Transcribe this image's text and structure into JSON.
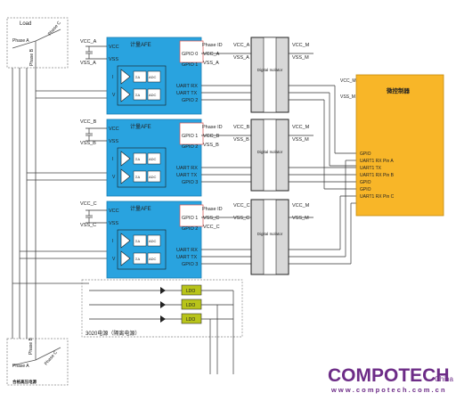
{
  "load": {
    "label": "Load",
    "phase_a": "Phase A",
    "phase_b": "Phase B",
    "phase_c": "Phase C"
  },
  "source": {
    "label": "合格高压电源",
    "phase_a": "Phase A",
    "phase_b": "Phase B",
    "phase_c": "Phase C"
  },
  "afe_blocks": [
    {
      "title": "计量AFE",
      "phase_id": "Phase ID",
      "vcc": "VCC",
      "vss": "VSS",
      "i": "I",
      "v": "V",
      "adc": "ADC",
      "sd": "ΣΔ",
      "gpio0": "GPIO 0",
      "gpio1": "GPIO 1",
      "uart_rx": "UART RX",
      "uart_tx": "UART TX",
      "gpio2": "GPIO 2",
      "vcc_label": "VCC_A",
      "vss_label": "VSS_A",
      "left_vcc": "VCC_A",
      "left_vss": "VSS_A"
    },
    {
      "title": "计量AFE",
      "phase_id": "Phase ID",
      "vcc": "VCC",
      "vss": "VSS",
      "i": "I",
      "v": "V",
      "adc": "ADC",
      "sd": "ΣΔ",
      "gpio0": "GPIO 1",
      "gpio1": "GPIO 2",
      "uart_rx": "UART RX",
      "uart_tx": "UART TX",
      "gpio2": "GPIO 3",
      "vcc_label": "VCC_B",
      "vss_label": "VSS_B",
      "left_vcc": "VCC_B",
      "left_vss": "VSS_B"
    },
    {
      "title": "计量AFE",
      "phase_id": "Phase ID",
      "vcc": "VCC",
      "vss": "VSS",
      "i": "I",
      "v": "V",
      "adc": "ADC",
      "sd": "ΣΔ",
      "gpio0": "GPIO 1",
      "gpio1": "GPIO 2",
      "uart_rx": "UART RX",
      "uart_tx": "UART TX",
      "gpio2": "GPIO 3",
      "vcc_label": "VSS_C",
      "vss_label": "VCC_C",
      "left_vcc": "VCC_C",
      "left_vss": "VSS_C"
    }
  ],
  "isolators": [
    {
      "label": "Digital Isolator",
      "vcc_left": "VCC_A",
      "vss_left": "VSS_A",
      "vcc_right": "VCC_M",
      "vss_right": "VSS_M"
    },
    {
      "label": "Digital Isolator",
      "vcc_left": "VCC_B",
      "vss_left": "VSS_B",
      "vcc_right": "VCC_M",
      "vss_right": "VSS_M"
    },
    {
      "label": "Digital Isolator",
      "vcc_left": "VCC_C",
      "vss_left": "VSS_C",
      "vcc_right": "VCC_M",
      "vss_right": "VSS_M"
    }
  ],
  "mcu": {
    "title": "微控制器",
    "vcc": "VCC_M",
    "vss": "VSS_M",
    "pins": [
      "GPIO",
      "UART1 RX  Pin A",
      "UART1 TX",
      "UART1 RX  Pin B",
      "GPIO",
      "GPIO",
      "UART1 RX  Pin C"
    ]
  },
  "power": {
    "ldo": "LDO",
    "caption": "3020电源（隔离电源）"
  },
  "logo": {
    "brand": "COMPOTECH",
    "suffix": "China",
    "url": "w w w . c o m p o t e c h . c o m . c n"
  },
  "colors": {
    "afe_blue": "#29a3df",
    "mcu_yellow": "#f8b628",
    "ldo_green": "#b8c41a",
    "isolator_gray": "#d8d8d8",
    "brand_purple": "#6d2c87"
  }
}
